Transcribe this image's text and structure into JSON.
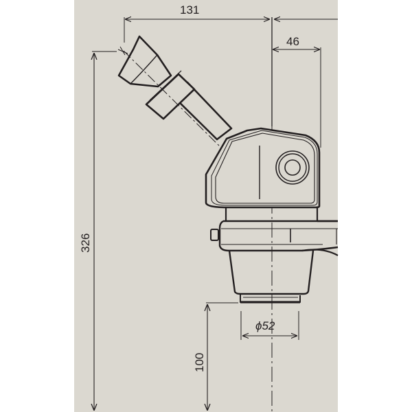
{
  "diagram": {
    "type": "technical-dimension-drawing",
    "subject": "stereo microscope zoom head with inclined eyepiece tube",
    "background_color": "#dbd8d0",
    "line_color": "#231f20",
    "dimensions": {
      "eyepiece_to_axis_horizontal": "131",
      "axis_to_body_right_edge": "46",
      "total_height": "326",
      "working_distance": "100",
      "objective_diameter": "ϕ52"
    }
  }
}
